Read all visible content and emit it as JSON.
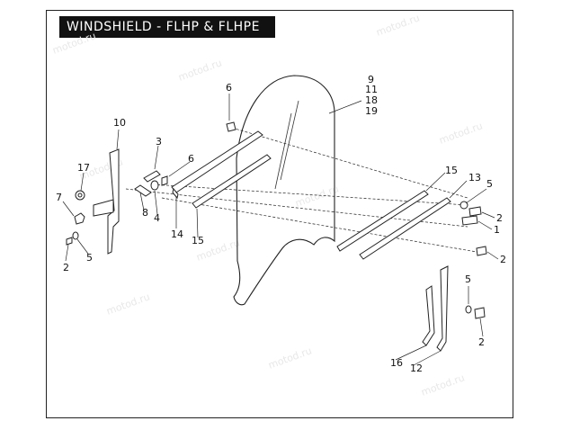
{
  "title": "WINDSHIELD - FLHP & FLHPE",
  "watermark": "motod.ru",
  "callouts": {
    "c9": "9",
    "c11": "11",
    "c18": "18",
    "c19": "19",
    "c6a": "6",
    "c10": "10",
    "c3": "3",
    "c6b": "6",
    "c17": "17",
    "c7": "7",
    "c8": "8",
    "c4": "4",
    "c5a": "5",
    "c2a": "2",
    "c14": "14",
    "c15a": "15",
    "c15b": "15",
    "c13": "13",
    "c5b": "5",
    "c2b": "2",
    "c1": "1",
    "c2c": "2",
    "c5c": "5",
    "c2d": "2",
    "c16": "16",
    "c12": "12"
  }
}
